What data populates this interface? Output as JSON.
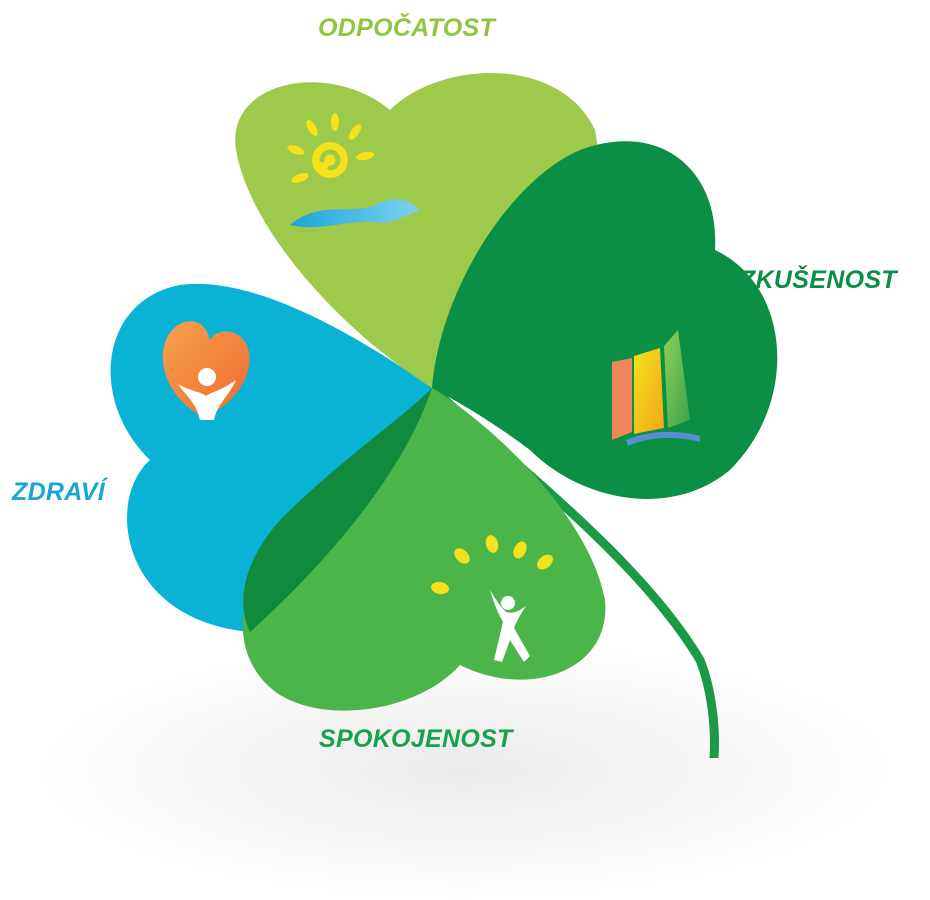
{
  "labels": {
    "top": "ODPOČATOST",
    "right": "ZKUŠENOST",
    "left": "ZDRAVÍ",
    "bottom": "SPOKOJENOST"
  },
  "colors": {
    "leaf_top": "#9dca4a",
    "leaf_right": "#0a8f45",
    "leaf_left": "#0ab3d6",
    "leaf_bottom": "#4bb54a",
    "overlap_dark": "#128a3e",
    "stem": "#1a9a44",
    "label_top": "#8dc63f",
    "label_right": "#0a8f45",
    "label_left": "#1aa6d4",
    "label_bottom": "#16a34a"
  },
  "icons": [
    "sun-icon",
    "wave-icon",
    "heart-person-icon",
    "book-icon",
    "growing-person-icon"
  ]
}
